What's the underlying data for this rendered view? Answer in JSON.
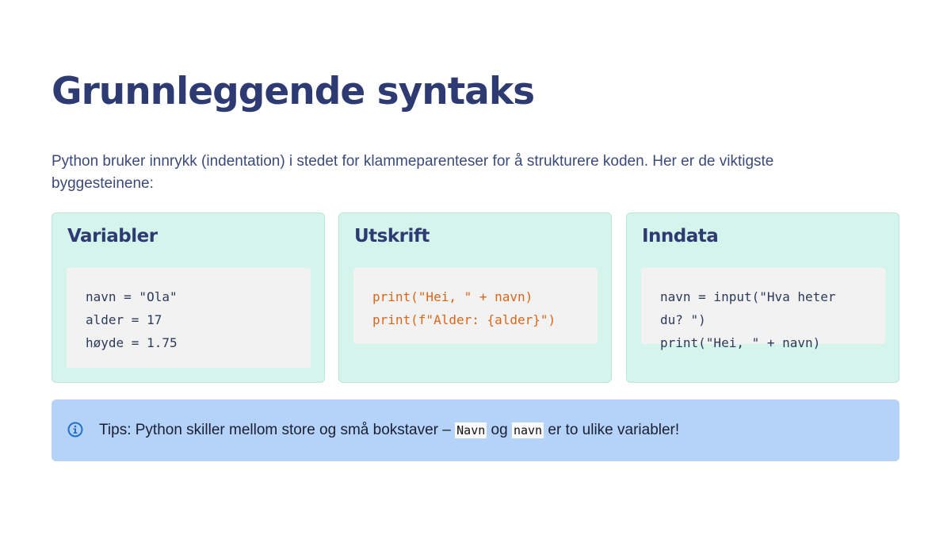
{
  "page": {
    "title": "Grunnleggende syntaks",
    "intro": "Python bruker innrykk (indentation) i stedet for klammeparenteser for å strukturere koden. Her er de viktigste byggesteinene:"
  },
  "cards": [
    {
      "title": "Variabler",
      "code": [
        "navn = \"Ola\"",
        "alder = 17",
        "høyde = 1.75"
      ]
    },
    {
      "title": "Utskrift",
      "code": [
        "print(\"Hei, \" + navn)",
        "print(f\"Alder: {alder}\")"
      ]
    },
    {
      "title": "Inndata",
      "code": [
        "navn = input(\"Hva heter",
        "du? \")",
        "print(\"Hei, \" + navn)"
      ]
    }
  ],
  "tip": {
    "icon": "info-icon",
    "prefix": "Tips: Python skiller mellom store og små bokstaver – ",
    "code1": "Navn",
    "middle": " og ",
    "code2": "navn",
    "suffix": " er to ulike variabler!"
  },
  "colors": {
    "title": "#2e3b73",
    "card_bg": "#d5f4ec",
    "code_bg": "#f2f2f2",
    "code_orange": "#d9661a",
    "tip_bg": "#b5d3f9",
    "icon_blue": "#1f6fd1"
  }
}
